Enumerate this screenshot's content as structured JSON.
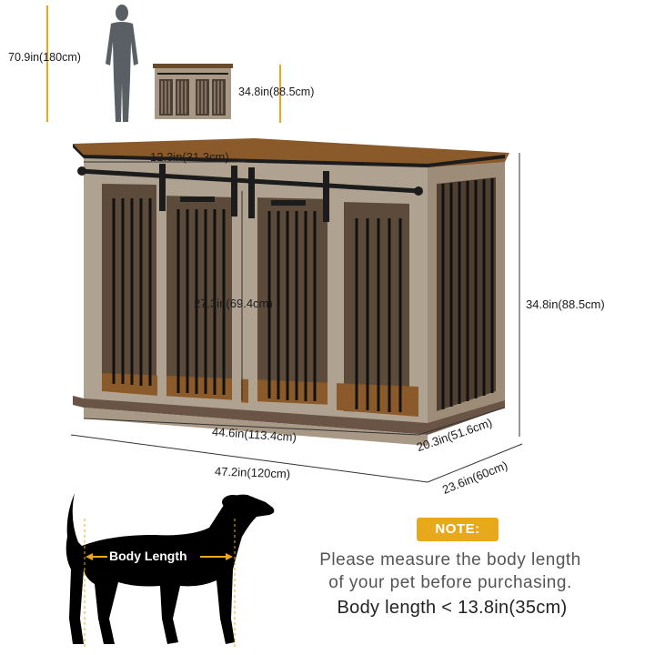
{
  "person_height": "70.9in(180cm)",
  "small_cabinet_height": "34.8in(88.5cm)",
  "door_width": "12.3in(31.3cm)",
  "door_height": "27.3in(69.4cm)",
  "cabinet_height": "34.8in(88.5cm)",
  "inner_width": "44.6in(113.4cm)",
  "inner_depth": "20.3in(51.6cm)",
  "overall_width": "47.2in(120cm)",
  "overall_depth": "23.6in(60cm)",
  "body_length_label": "Body Length",
  "note": {
    "badge": "NOTE:",
    "line1": "Please measure the body length",
    "line2": "of your pet before purchasing.",
    "rule": "Body length < 13.8in(35cm)"
  },
  "colors": {
    "accent": "#e8a81c",
    "wood_top": "#8a5a2b",
    "wood_frame": "#a89886",
    "wood_inner": "#6b5846",
    "metal": "#1c1c1c",
    "silhouette": "#000000",
    "person": "#5a5f66"
  }
}
